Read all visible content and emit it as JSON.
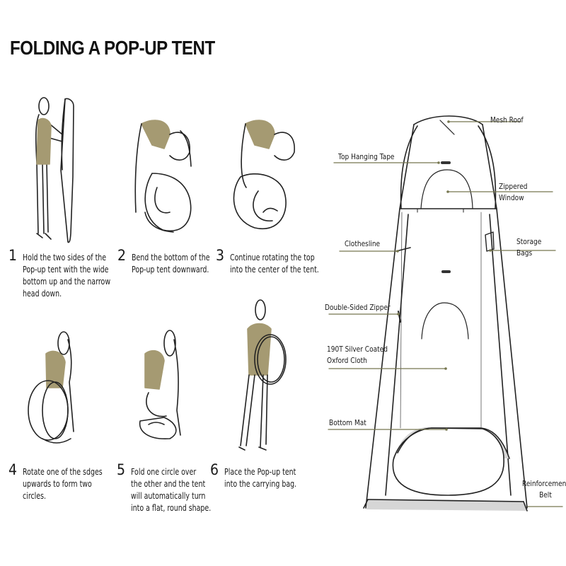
{
  "title": "FOLDING A POP-UP TENT",
  "steps": [
    {
      "number": "1",
      "text": "Hold the two sides of the\nPop-up tent with the wide\nbottom up and the narrow\nhead down."
    },
    {
      "number": "2",
      "text": "Bend the bottom of the\nPop-up tent downward."
    },
    {
      "number": "3",
      "text": "Continue rotating the top\ninto the center of the tent."
    },
    {
      "number": "4",
      "text": "Rotate one of the sdges\nupwards to form two\ncircles."
    },
    {
      "number": "5",
      "text": "Fold one circle over\nthe other and the tent\nwill automatically turn\ninto a flat, round shape."
    },
    {
      "number": "6",
      "text": "Place the Pop-up tent\ninto the carrying bag."
    }
  ],
  "tent_diagram": {
    "labels": {
      "mesh_roof": "Mesh Roof",
      "top_hanging_tape": "Top Hanging Tape",
      "zippered_window": "Zippered Window",
      "clothesline": "Clothesline",
      "storage_bags": "Storage Bags",
      "double_sided_zipper": "Double-Sided Zipper",
      "oxford_cloth": "190T Silver Coated\nOxford Cloth",
      "bottom_mat": "Bottom Mat",
      "reinforcement_belt": "Reinforcement\nBelt"
    }
  },
  "colors": {
    "accent_shirt": "#a59a72",
    "leader_line": "#76764f",
    "outline": "#222222",
    "mat_fill": "#d6d6d6"
  }
}
